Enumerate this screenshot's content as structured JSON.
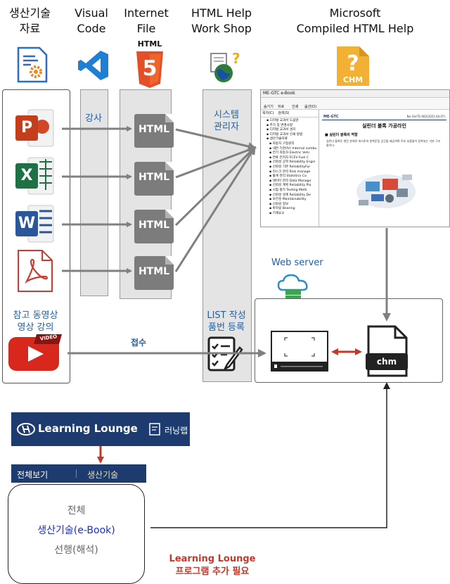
{
  "headers": {
    "docs": [
      "생산기술",
      "자료"
    ],
    "vscode": [
      "Visual",
      "Code"
    ],
    "html_file": [
      "Internet",
      "File"
    ],
    "workshop": [
      "HTML Help",
      "Work Shop"
    ],
    "chm": [
      "Microsoft",
      "Compiled HTML Help"
    ]
  },
  "icons": {
    "html5_badge": "HTML",
    "html5_number": "5",
    "chm_label": "CHM",
    "file_letters": [
      "P",
      "X",
      "W"
    ],
    "html_doc_label": "HTML",
    "video_tag": "VIDEO"
  },
  "labels": {
    "lecture": "강사",
    "sysadmin": [
      "시스템",
      "관리자"
    ],
    "ref_video": [
      "참고 동영상",
      "영상 강의"
    ],
    "list_reg": [
      "LIST 작성",
      "품번 등록"
    ],
    "receive": "접수",
    "web_server": "Web server",
    "chm_file": "chm"
  },
  "ebook": {
    "title": "ME-GTC e-Book",
    "toolbar": [
      "숨기기",
      "뒤로",
      "인쇄",
      "옵션(O)"
    ],
    "tabs": [
      "목차(C)",
      "검색(S)"
    ],
    "tree": [
      "디지털 교과서 도움말",
      "추가 및 변경사항",
      "디지털 교과서 설치",
      "디지털 교과서 인쇄 방법",
      "생산기술자료",
      "자동차 구동원리",
      "내연 기관(IV) Internal combu",
      "전기 자동차 Electric Vehi",
      "연료 전지차 FCEV Fuel C",
      "신뢰성 공학 Reliability Engin",
      "신뢰성 기본 ReliabilityFur",
      "리스크 관리 Risk manage",
      "통계 관리 Statistics Co",
      "데이터 관리 Data Manage",
      "신뢰성 계획 Reliability Pla",
      "시험 평가 Testing Meth",
      "신뢰성 설계 Reliability De",
      "보전성 Maintainability",
      "신뢰성 정보",
      "바하링 Bearing",
      "기계요소"
    ],
    "logo": "ME-GTC",
    "doc_no": "No-GH-TE-002(2021.04.07)",
    "doc_title": "실린더 블록 가공라인",
    "section_heading": "■ 실린더 블록의 역할",
    "para": "실린더 블록은 엔진 본체로 피스톤의 왕복운동 공간을 제공하며 주요 부품들이 장착되는 기본 구조물이다."
  },
  "learning_lounge": {
    "brand": "Learning Lounge",
    "side": "러닝랩",
    "menu_all": "전체보기",
    "menu_tech": "생산기술",
    "item_all": "전체",
    "item_ebook": "생산기술(e-Book)",
    "item_prep": "선행(해석)"
  },
  "note": [
    "Learning Lounge",
    "프로그램 추가 필요"
  ],
  "colors": {
    "link_blue": "#1f5fa8",
    "note_red": "#c0392b",
    "ll_navy": "#1d3b6e",
    "arrow_gray": "#808080",
    "arrow_red": "#c0392b"
  }
}
